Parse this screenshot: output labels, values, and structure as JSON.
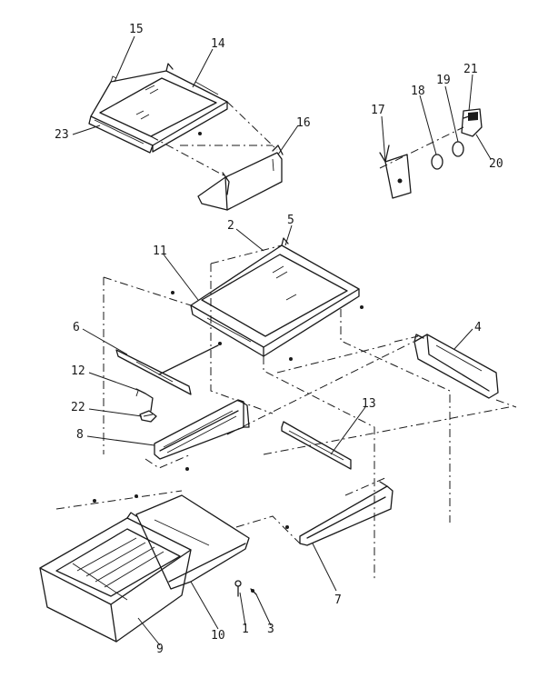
{
  "diagram": {
    "callouts": [
      {
        "id": "c15",
        "text": "15"
      },
      {
        "id": "c14",
        "text": "14"
      },
      {
        "id": "c23",
        "text": "23"
      },
      {
        "id": "c16",
        "text": "16"
      },
      {
        "id": "c17",
        "text": "17"
      },
      {
        "id": "c18",
        "text": "18"
      },
      {
        "id": "c19",
        "text": "19"
      },
      {
        "id": "c21",
        "text": "21"
      },
      {
        "id": "c20",
        "text": "20"
      },
      {
        "id": "c2",
        "text": "2"
      },
      {
        "id": "c5",
        "text": "5"
      },
      {
        "id": "c11",
        "text": "11"
      },
      {
        "id": "c6",
        "text": "6"
      },
      {
        "id": "c4",
        "text": "4"
      },
      {
        "id": "c12",
        "text": "12"
      },
      {
        "id": "c22",
        "text": "22"
      },
      {
        "id": "c13",
        "text": "13"
      },
      {
        "id": "c8",
        "text": "8"
      },
      {
        "id": "c7",
        "text": "7"
      },
      {
        "id": "c1",
        "text": "1"
      },
      {
        "id": "c3",
        "text": "3"
      },
      {
        "id": "c10",
        "text": "10"
      },
      {
        "id": "c9",
        "text": "9"
      }
    ]
  }
}
